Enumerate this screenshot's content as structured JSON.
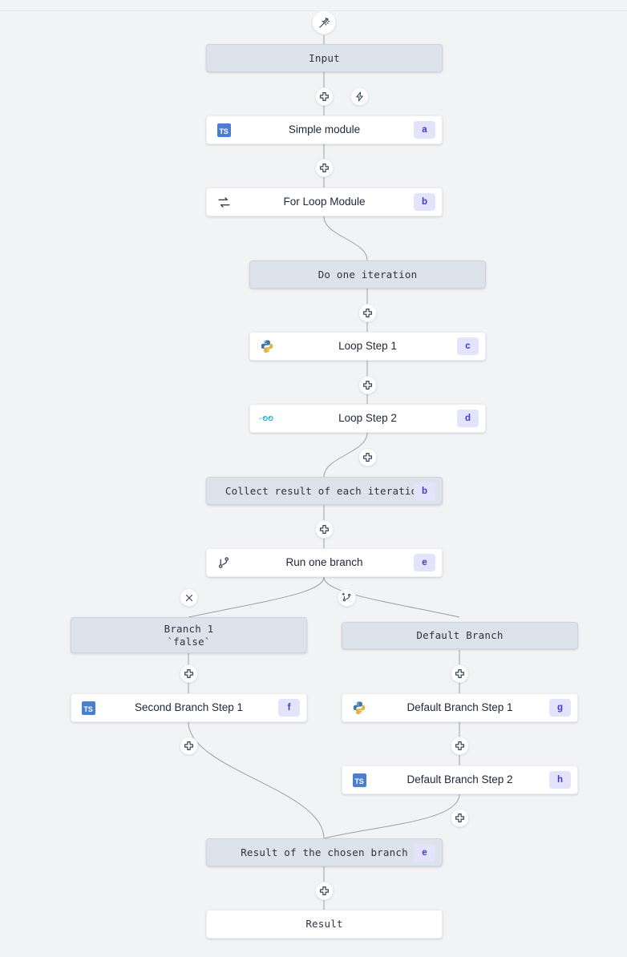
{
  "diagram": {
    "type": "workflow-flowchart",
    "background_color": "#f2f3f5",
    "accent_badge_bg": "#e3e3fb",
    "accent_badge_fg": "#4338ca",
    "virtual_node_bg": "#dde3ea",
    "module_node_bg": "#ffffff",
    "edge_color": "#9aa0a6"
  },
  "nodes": {
    "start": {
      "icon": "magic-wand-icon"
    },
    "input": {
      "label": "Input",
      "kind": "virtual"
    },
    "simple_module": {
      "label": "Simple module",
      "badge": "a",
      "icon": "typescript-icon",
      "kind": "module"
    },
    "for_loop_module": {
      "label": "For Loop Module",
      "badge": "b",
      "icon": "loop-icon",
      "kind": "module"
    },
    "do_one_iteration": {
      "label": "Do one iteration",
      "kind": "virtual"
    },
    "loop_step_1": {
      "label": "Loop Step 1",
      "badge": "c",
      "icon": "python-icon",
      "kind": "module"
    },
    "loop_step_2": {
      "label": "Loop Step 2",
      "badge": "d",
      "icon": "go-icon",
      "kind": "module"
    },
    "collect_result": {
      "label": "Collect result of each iteration",
      "badge": "b",
      "kind": "virtual"
    },
    "run_one_branch": {
      "label": "Run one branch",
      "badge": "e",
      "icon": "branch-icon",
      "kind": "module"
    },
    "branch_1": {
      "label": "Branch 1\n`false`",
      "kind": "virtual"
    },
    "default_branch": {
      "label": "Default Branch",
      "kind": "virtual"
    },
    "second_branch_step_1": {
      "label": "Second Branch Step 1",
      "badge": "f",
      "icon": "typescript-icon",
      "kind": "module"
    },
    "default_branch_step_1": {
      "label": "Default Branch Step 1",
      "badge": "g",
      "icon": "python-icon",
      "kind": "module"
    },
    "default_branch_step_2": {
      "label": "Default Branch Step 2",
      "badge": "h",
      "icon": "typescript-icon",
      "kind": "module"
    },
    "result_of_chosen_branch": {
      "label": "Result of the chosen branch",
      "badge": "e",
      "kind": "virtual"
    },
    "result": {
      "label": "Result",
      "kind": "result"
    }
  },
  "handles": {
    "add": "plus-icon",
    "trigger": "lightning-icon",
    "remove_branch": "close-icon",
    "add_branch": "add-branch-icon"
  }
}
